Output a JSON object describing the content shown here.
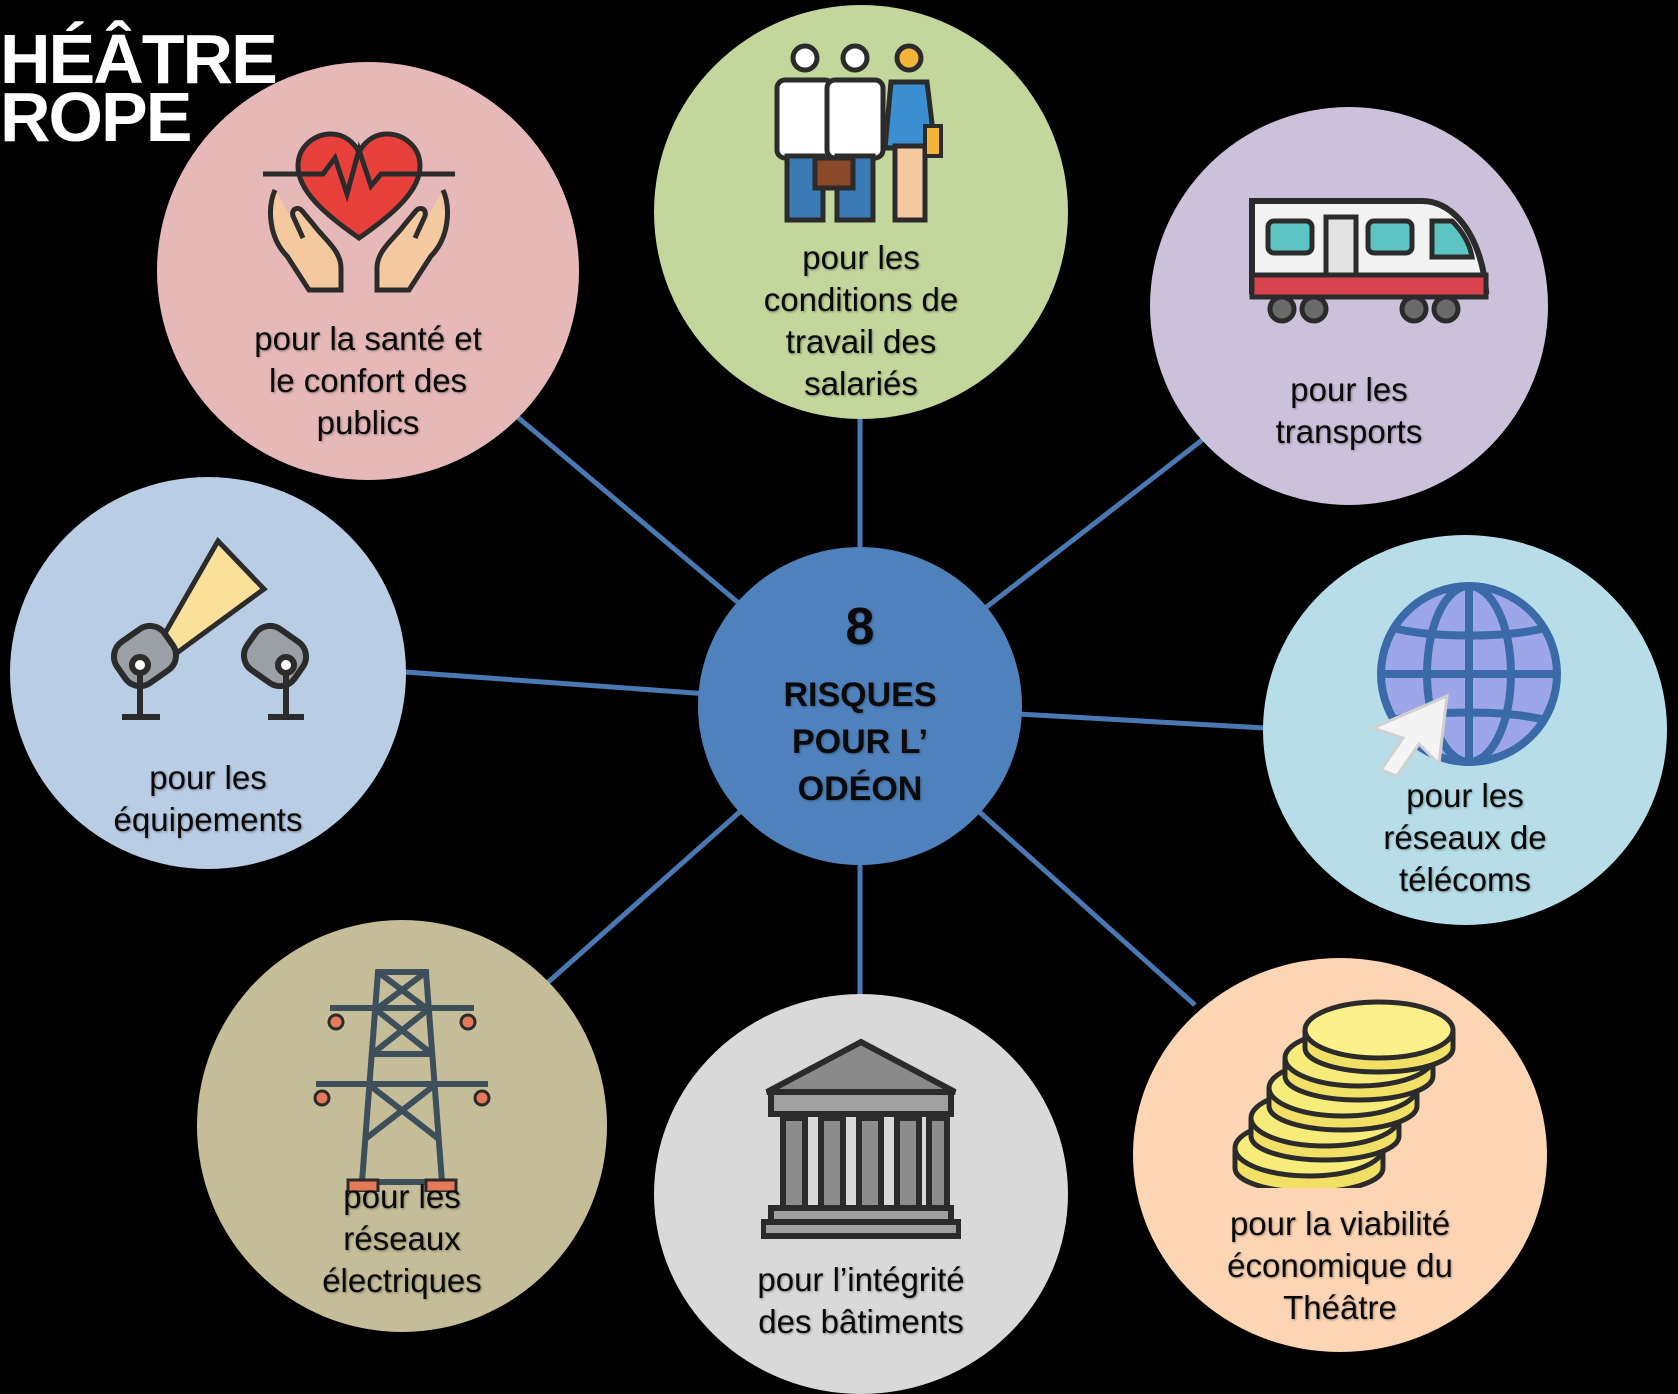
{
  "logo": {
    "line1": "HÉÂTRE",
    "line2": "ROPE"
  },
  "hub": {
    "number": "8",
    "lines": [
      "RISQUES",
      "POUR L’",
      "ODÉON"
    ],
    "color": "#4f81bd"
  },
  "connector_color": "#4a78b3",
  "nodes": [
    {
      "id": "sante",
      "icon": "heart-in-hands-icon",
      "color": "#e6b9b8",
      "lines": [
        "pour la santé et",
        "le confort des",
        "publics"
      ]
    },
    {
      "id": "travail",
      "icon": "workers-group-icon",
      "color": "#c3d69b",
      "lines": [
        "pour les",
        "conditions de",
        "travail des",
        "salariés"
      ]
    },
    {
      "id": "transports",
      "icon": "train-icon",
      "color": "#ccc1da",
      "lines": [
        "pour les",
        "transports"
      ]
    },
    {
      "id": "telecoms",
      "icon": "globe-cursor-icon",
      "color": "#b7dee8",
      "lines": [
        "pour les",
        "réseaux de",
        "télécoms"
      ]
    },
    {
      "id": "economie",
      "icon": "coin-stack-icon",
      "color": "#fcd5b4",
      "lines": [
        "pour la viabilité",
        "économique du",
        "Théâtre"
      ]
    },
    {
      "id": "batiments",
      "icon": "classical-building-icon",
      "color": "#d9d9d9",
      "lines": [
        "pour l’intégrité",
        "des bâtiments"
      ]
    },
    {
      "id": "electrique",
      "icon": "power-pylon-icon",
      "color": "#c4bd97",
      "lines": [
        "pour les",
        "réseaux",
        "électriques"
      ]
    },
    {
      "id": "equipements",
      "icon": "stage-spotlights-icon",
      "color": "#b9cde5",
      "lines": [
        "pour les",
        "équipements"
      ]
    }
  ]
}
